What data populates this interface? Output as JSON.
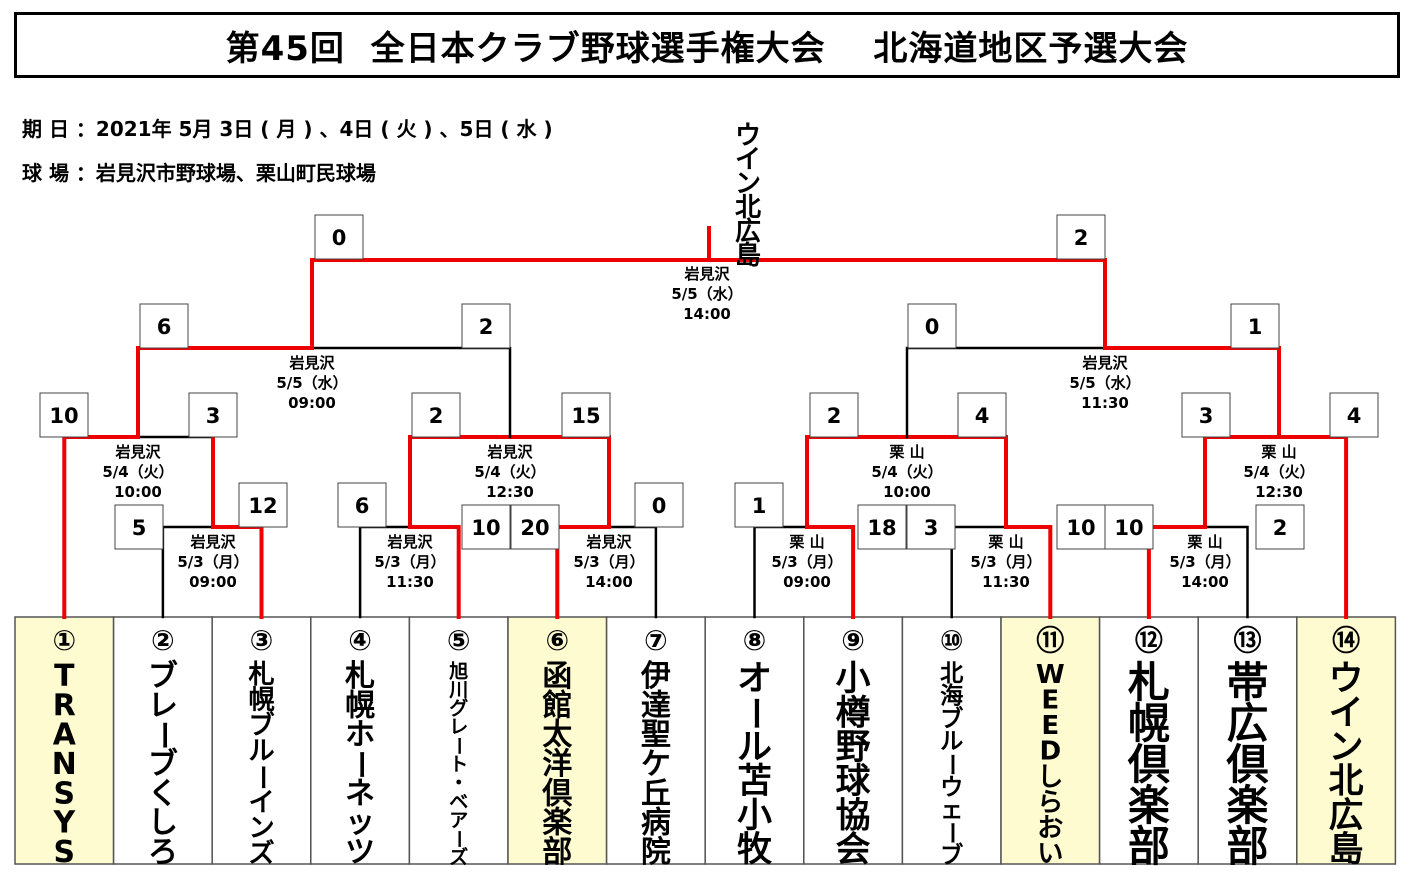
{
  "title": "第45回  全日本クラブ野球選手権大会　 北海道地区予選大会",
  "info": {
    "dates": "期 日 ：2021年 5月 3日 ( 月 ) 、4日 ( 火 ) 、5日 ( 水 )",
    "venues": "球 場 ：岩見沢市野球場、栗山町民球場"
  },
  "champion": "ウイン北広島",
  "colors": {
    "winner_line": "#ee0000",
    "normal_line": "#000000",
    "seed_bg": "#fffbd0",
    "cell_border": "#555555"
  },
  "teams": [
    {
      "num": "①",
      "name": "TRANSYS",
      "seed": true
    },
    {
      "num": "②",
      "name": "ブレーブくしろ",
      "seed": false
    },
    {
      "num": "③",
      "name": "札幌ブルーインズ",
      "seed": false
    },
    {
      "num": "④",
      "name": "札幌ホーネッツ",
      "seed": false
    },
    {
      "num": "⑤",
      "name": "旭川グレート・ベアーズ",
      "seed": false
    },
    {
      "num": "⑥",
      "name": "函館太洋倶楽部",
      "seed": true
    },
    {
      "num": "⑦",
      "name": "伊達聖ケ丘病院",
      "seed": false
    },
    {
      "num": "⑧",
      "name": "オール苫小牧",
      "seed": false
    },
    {
      "num": "⑨",
      "name": "小樽野球協会",
      "seed": false
    },
    {
      "num": "⑩",
      "name": "北海ブルーウェーブ",
      "seed": false
    },
    {
      "num": "⑪",
      "name": "WEEDしらおい",
      "seed": true
    },
    {
      "num": "⑫",
      "name": "札幌倶楽部",
      "seed": false
    },
    {
      "num": "⑬",
      "name": "帯広倶楽部",
      "seed": false
    },
    {
      "num": "⑭",
      "name": "ウイン北広島",
      "seed": true
    }
  ],
  "matches": {
    "r1_1": {
      "venue": "岩見沢",
      "date": "5/3（月）",
      "time": "09:00",
      "scores": [
        "5",
        "12"
      ]
    },
    "r1_2": {
      "venue": "岩見沢",
      "date": "5/3（月）",
      "time": "11:30",
      "scores": [
        "6",
        "10"
      ]
    },
    "r1_3": {
      "venue": "岩見沢",
      "date": "5/3（月）",
      "time": "14:00",
      "scores": [
        "20",
        "0"
      ]
    },
    "r1_4": {
      "venue": "栗 山",
      "date": "5/3（月）",
      "time": "09:00",
      "scores": [
        "1",
        "18"
      ]
    },
    "r1_5": {
      "venue": "栗 山",
      "date": "5/3（月）",
      "time": "11:30",
      "scores": [
        "3",
        "10"
      ]
    },
    "r1_6": {
      "venue": "栗 山",
      "date": "5/3（月）",
      "time": "14:00",
      "scores": [
        "10",
        "2"
      ]
    },
    "r2_1": {
      "venue": "岩見沢",
      "date": "5/4（火）",
      "time": "10:00",
      "scores": [
        "10",
        "3"
      ]
    },
    "r2_2": {
      "venue": "岩見沢",
      "date": "5/4（火）",
      "time": "12:30",
      "scores": [
        "2",
        "15"
      ]
    },
    "r2_3": {
      "venue": "栗 山",
      "date": "5/4（火）",
      "time": "10:00",
      "scores": [
        "2",
        "4"
      ]
    },
    "r2_4": {
      "venue": "栗 山",
      "date": "5/4（火）",
      "time": "12:30",
      "scores": [
        "3",
        "4"
      ]
    },
    "sf_1": {
      "venue": "岩見沢",
      "date": "5/5（水）",
      "time": "09:00",
      "scores": [
        "6",
        "2"
      ]
    },
    "sf_2": {
      "venue": "岩見沢",
      "date": "5/5（水）",
      "time": "11:30",
      "scores": [
        "0",
        "1"
      ]
    },
    "final": {
      "venue": "岩見沢",
      "date": "5/5（水）",
      "time": "14:00",
      "scores": [
        "0",
        "2"
      ]
    }
  }
}
